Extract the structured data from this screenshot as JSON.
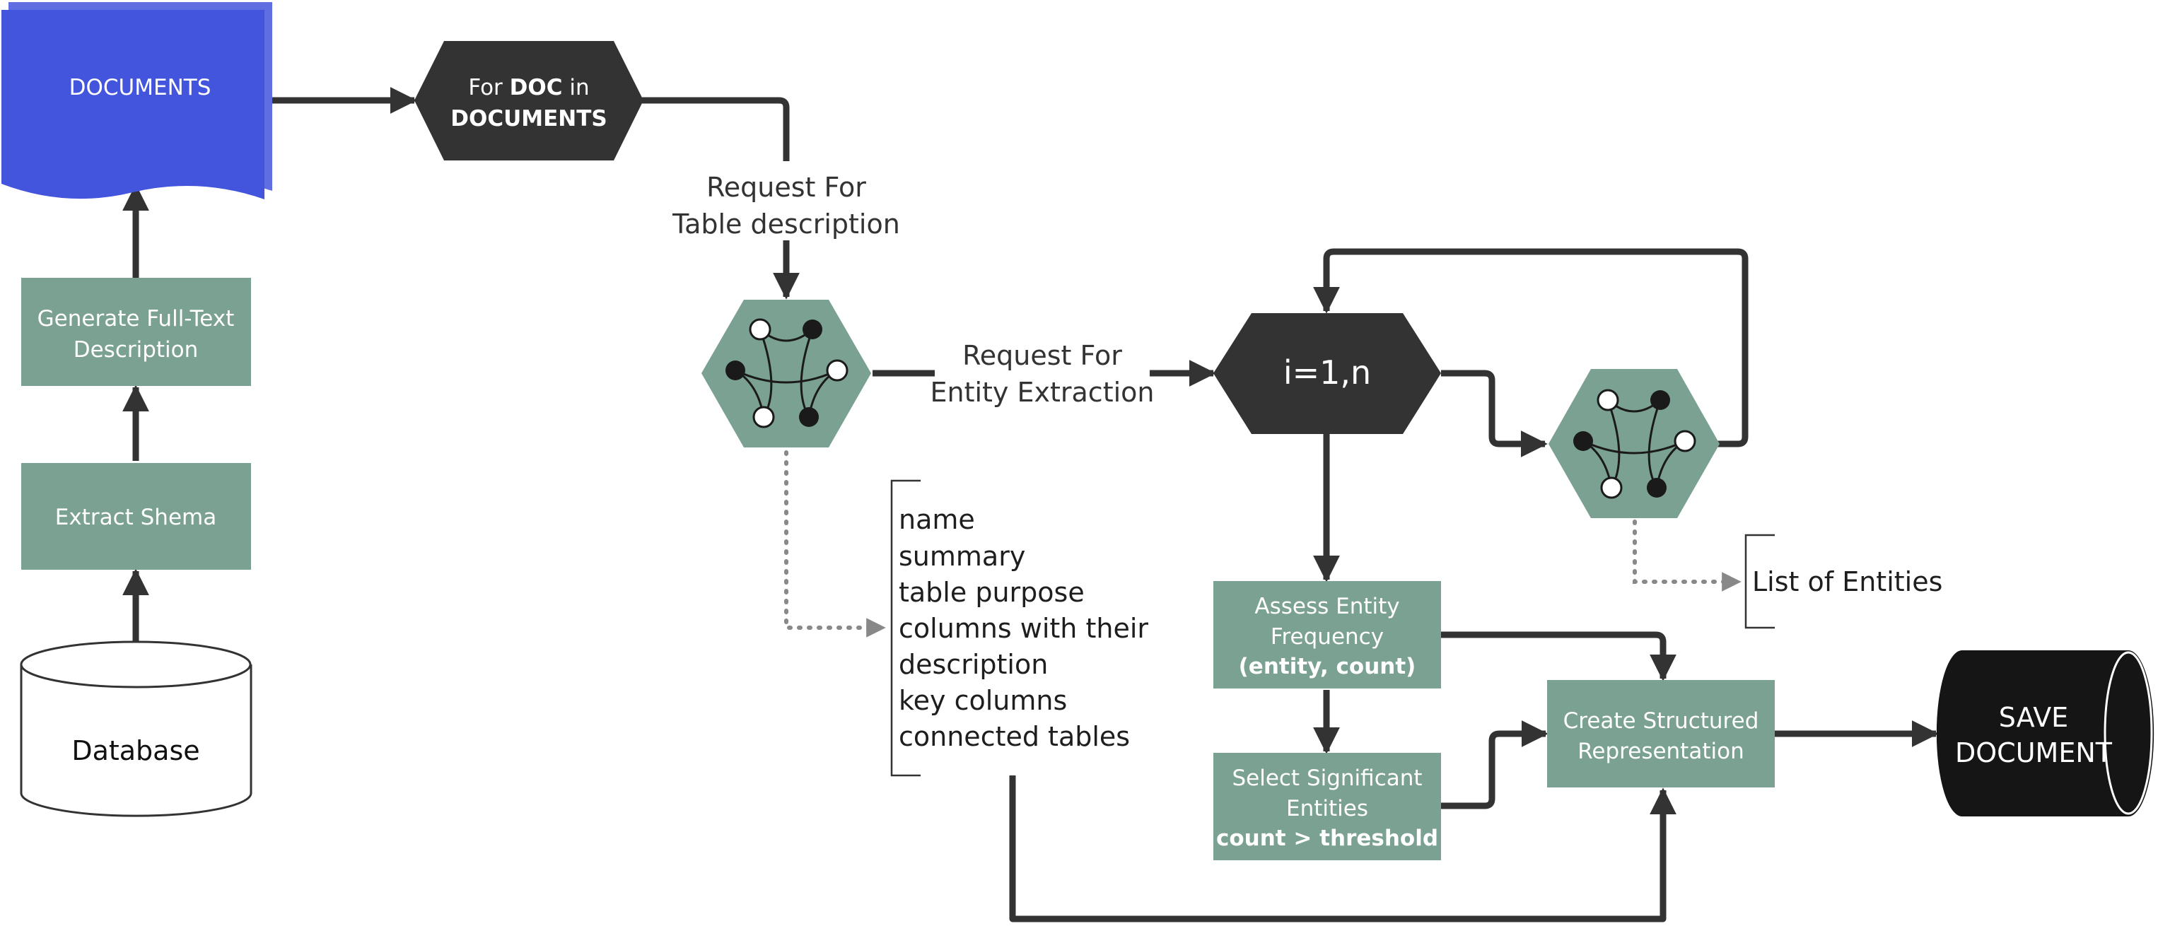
{
  "colors": {
    "documents_fill": "#4355dc",
    "process_fill": "#7aa191",
    "dark_fill": "#333333",
    "save_fill": "#151515",
    "arrow": "#333333",
    "dotted": "#888888",
    "node_black": "#1a1a1a",
    "node_white": "#ffffff"
  },
  "nodes": {
    "documents": "DOCUMENTS",
    "for_doc": {
      "prefix": "For ",
      "bold1": "DOC",
      "mid": " in",
      "bold2": "DOCUMENTS"
    },
    "generate_full_text": [
      "Generate Full-Text",
      "Description"
    ],
    "extract_schema": "Extract Shema",
    "database": "Database",
    "loop": "i=1,n",
    "assess": [
      "Assess Entity",
      "Frequency",
      "(entity, count)"
    ],
    "select": [
      "Select Significant",
      "Entities",
      "count > threshold"
    ],
    "create_structured": [
      "Create Structured",
      "Representation"
    ],
    "save": [
      "SAVE",
      "DOCUMENT"
    ]
  },
  "edges": {
    "request_table": [
      "Request For",
      "Table description"
    ],
    "request_entity": [
      "Request For",
      "Entity Extraction"
    ]
  },
  "table_fields": [
    "name",
    "summary",
    "table purpose",
    "columns with their",
    "description",
    "key columns",
    "connected tables"
  ],
  "list_of_entities": "List of Entities",
  "icons": {
    "llm_nodes": "network-graph-icon"
  }
}
